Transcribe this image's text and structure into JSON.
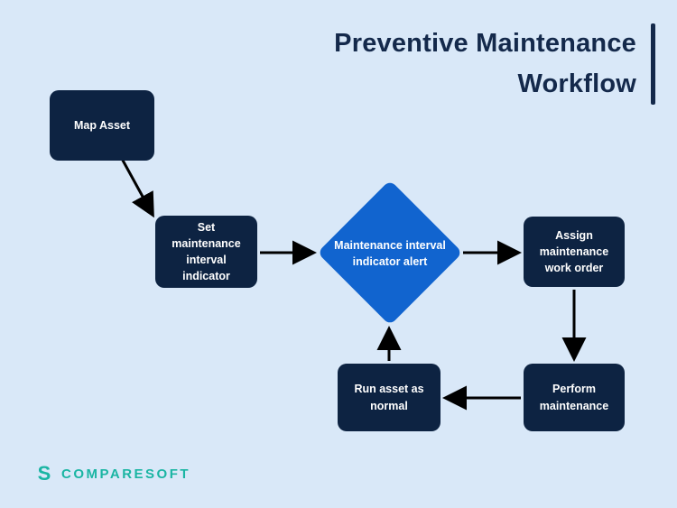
{
  "title": "Preventive Maintenance Workflow",
  "nodes": {
    "map_asset": {
      "label": "Map Asset"
    },
    "set_indicator": {
      "label": "Set maintenance interval indicator"
    },
    "alert": {
      "label": "Maintenance interval indicator alert"
    },
    "assign_work_order": {
      "label": "Assign maintenance work order"
    },
    "perform_maintenance": {
      "label": "Perform maintenance"
    },
    "run_asset": {
      "label": "Run asset as normal"
    }
  },
  "edges": [
    {
      "from": "map_asset",
      "to": "set_indicator"
    },
    {
      "from": "set_indicator",
      "to": "alert"
    },
    {
      "from": "alert",
      "to": "assign_work_order"
    },
    {
      "from": "assign_work_order",
      "to": "perform_maintenance"
    },
    {
      "from": "perform_maintenance",
      "to": "run_asset"
    },
    {
      "from": "run_asset",
      "to": "alert"
    }
  ],
  "logo": {
    "text": "COMPARESOFT",
    "icon": "S"
  },
  "colors": {
    "background": "#d9e8f8",
    "node": "#0d2342",
    "diamond": "#1164cf",
    "title": "#14294b",
    "arrow": "#000000",
    "logo": "#1ab5a3"
  }
}
